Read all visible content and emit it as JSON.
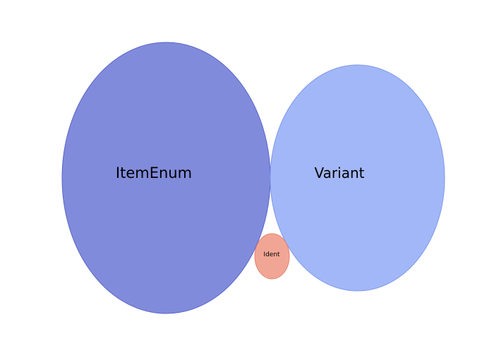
{
  "diagram": {
    "bubbles": [
      {
        "label": "ItemEnum",
        "color": "#6f7bd6"
      },
      {
        "label": "Variant",
        "color": "#95adf6"
      },
      {
        "label": "Ident",
        "color": "#ef9a86"
      }
    ]
  }
}
